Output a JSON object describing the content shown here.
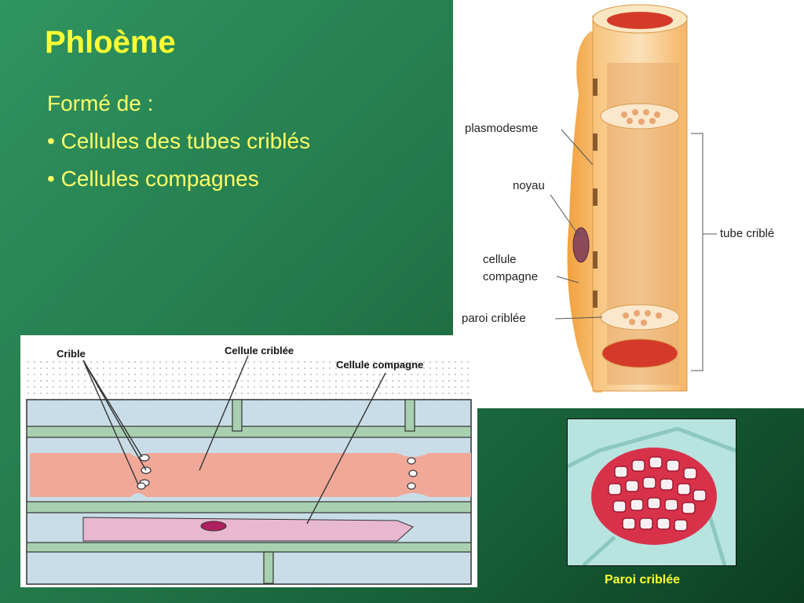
{
  "title": "Phloème",
  "intro": "Formé de :",
  "bullets": [
    "• Cellules des tubes criblés",
    "• Cellules compagnes"
  ],
  "tube_labels": {
    "plasmodesme": "plasmodesme",
    "noyau": "noyau",
    "cellule_compagne_1": "cellule",
    "cellule_compagne_2": "compagne",
    "paroi_criblee": "paroi criblée",
    "tube_crible": "tube criblé"
  },
  "section_labels": {
    "crible": "Crible",
    "cellule_criblee": "Cellule criblée",
    "cellule_compagne": "Cellule compagne"
  },
  "caption": "Paroi criblée",
  "colors": {
    "title": "#ffff33",
    "text": "#ffff66",
    "tube_orange": "#f3a64a",
    "sieve_pink": "#f0a898",
    "companion_pink": "#e8b8d0",
    "wall_green": "#a8d0b0"
  }
}
